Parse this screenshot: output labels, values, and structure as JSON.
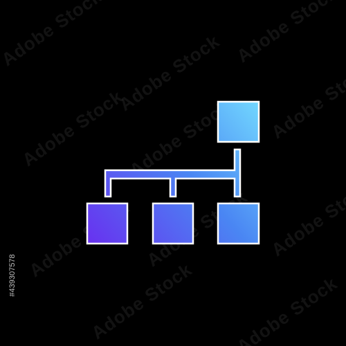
{
  "stock_id": "#439307578",
  "watermark_text": "Adobe Stock",
  "colors": {
    "background": "#000000",
    "outline": "#ffffff",
    "gradient_top": "#6fd6ff",
    "gradient_mid": "#4a7ff2",
    "gradient_bottom": "#6a2ef0"
  },
  "icon": {
    "name": "hierarchy-structure-icon",
    "nodes": [
      "root-box",
      "child-box-left",
      "child-box-middle",
      "child-box-right"
    ]
  }
}
